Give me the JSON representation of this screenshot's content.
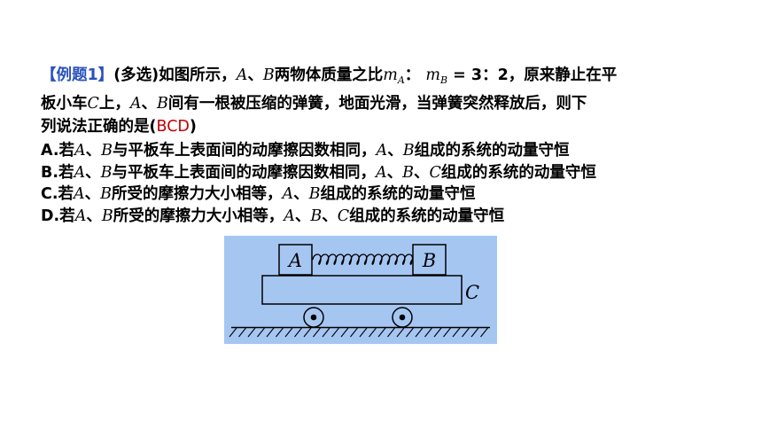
{
  "question": {
    "label": "【例题1】",
    "line1_a": "(多选)如图所示，",
    "A": "A",
    "sep": "、",
    "B": "B",
    "line1_b": "两物体质量之比",
    "m": "m",
    "sub_a": "A",
    "colon": "：",
    "sub_b": "B",
    "ratio": " = 3：2",
    "line1_c": "，原来静止在平",
    "line2_a": "板小车",
    "C": "C",
    "line2_b": "上，",
    "line2_c": "间有一根被压缩的弹簧，地面光滑，当弹簧突然释放后，则下",
    "line3_a": "列说法正确的是(",
    "answer": "BCD",
    "line3_b": ")"
  },
  "options": [
    {
      "prefix": "A.若",
      "a": "A",
      "sep1": "、",
      "b": "B",
      "mid": "与平板车上表面间的动摩擦因数相同，",
      "a2": "A",
      "sep2": "、",
      "b2": "B",
      "end": "组成的系统的动量守恒"
    },
    {
      "prefix": "B.若",
      "a": "A",
      "sep1": "、",
      "b": "B",
      "mid": "与平板车上表面间的动摩擦因数相同，",
      "a2": "A",
      "sep2": "、",
      "b2": "B",
      "sep3": "、",
      "c2": "C",
      "end": "组成的系统的动量守恒"
    },
    {
      "prefix": "C.若",
      "a": "A",
      "sep1": "、",
      "b": "B",
      "mid": "所受的摩擦力大小相等，",
      "a2": "A",
      "sep2": "、",
      "b2": "B",
      "end": "组成的系统的动量守恒"
    },
    {
      "prefix": "D.若",
      "a": "A",
      "sep1": "、",
      "b": "B",
      "mid": "所受的摩擦力大小相等，",
      "a2": "A",
      "sep2": "、",
      "b2": "B",
      "sep3": "、",
      "c2": "C",
      "end": "组成的系统的动量守恒"
    }
  ],
  "figure": {
    "block_a": "A",
    "block_b": "B",
    "cart": "C",
    "background": "#a6c6f2"
  }
}
